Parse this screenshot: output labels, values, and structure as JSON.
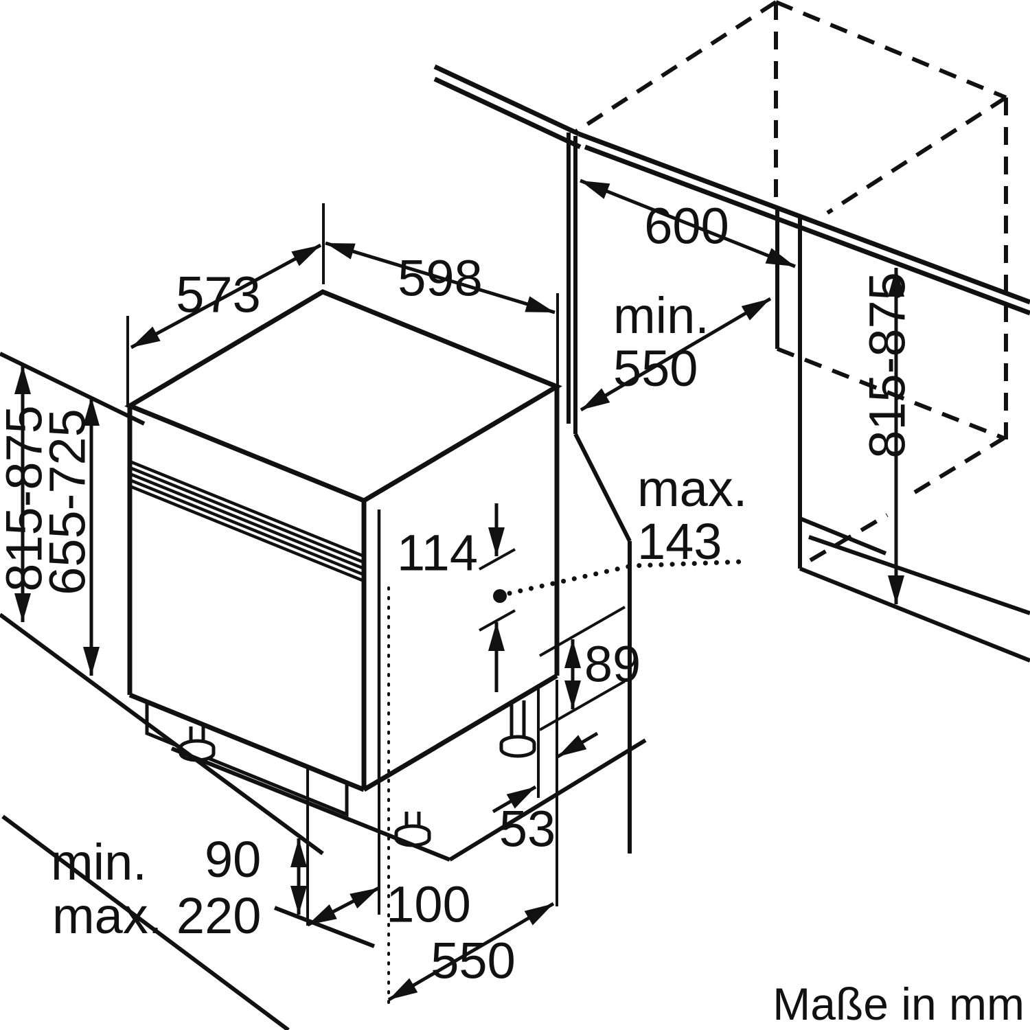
{
  "figure": {
    "caption": "Maße in mm",
    "labels": {
      "top_depth": "573",
      "top_width": "598",
      "counter_depth": "600",
      "niche_depth_line1": "min.",
      "niche_depth_line2": "550",
      "door_protrusion_line1": "max.",
      "door_protrusion_line2": "143",
      "control_panel_height": "114",
      "side_panel_overlap": "89",
      "rear_gap": "53",
      "plinth_min_word": "min.",
      "plinth_min_value": "90",
      "plinth_max": "max. 220",
      "door_offset": "100",
      "body_depth": "550",
      "height_range_left": "815-875",
      "door_height_range": "655-725",
      "niche_height_range": "815-875"
    }
  }
}
